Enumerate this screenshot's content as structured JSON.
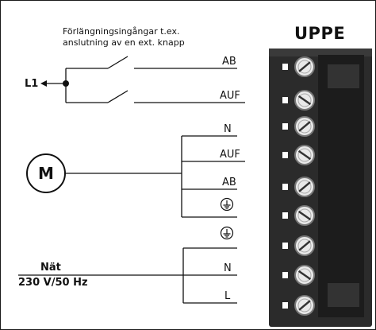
{
  "terminal_block": {
    "title": "UPPE"
  },
  "extension_inputs": {
    "note_line1": "Förlängningsingångar t.ex.",
    "note_line2": "anslutning av en ext. knapp",
    "source_label": "L1"
  },
  "motor": {
    "label": "M"
  },
  "mains": {
    "label_line1": "Nät",
    "label_line2": "230 V/50 Hz"
  },
  "terminals": {
    "t1": "AB",
    "t2": "AUF",
    "t3": "N",
    "t4": "AUF",
    "t5": "AB",
    "t6": "earth-icon",
    "t7": "earth-icon",
    "t8": "N",
    "t9": "L"
  }
}
